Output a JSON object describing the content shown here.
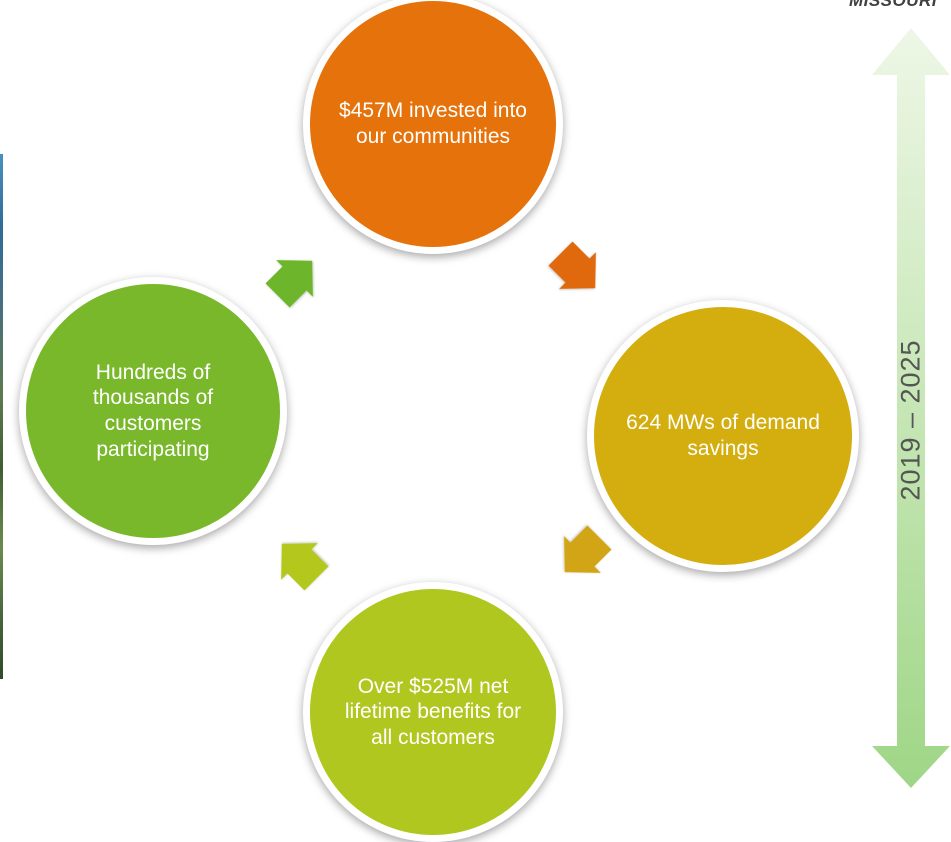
{
  "corner_label": "MISSOURI",
  "cycle": [
    {
      "id": "invested",
      "text": "$457M invested into our communities",
      "color": "#e5720a"
    },
    {
      "id": "demand",
      "text": "624 MWs of demand savings",
      "color": "#d4ae0f"
    },
    {
      "id": "benefits",
      "text": "Over $525M net lifetime benefits for all customers",
      "color": "#b0c720"
    },
    {
      "id": "participating",
      "text": "Hundreds of thousands of customers participating",
      "color": "#79b82b"
    }
  ],
  "arrow_colors": {
    "top_right": "#e0690a",
    "bottom_right": "#d2a512",
    "bottom_left": "#b3c71f",
    "top_left": "#6db52a"
  },
  "timeline": {
    "label": "2019 – 2025",
    "arrow_color_top": "#eef7e6",
    "arrow_color_bottom": "#9fd686"
  }
}
